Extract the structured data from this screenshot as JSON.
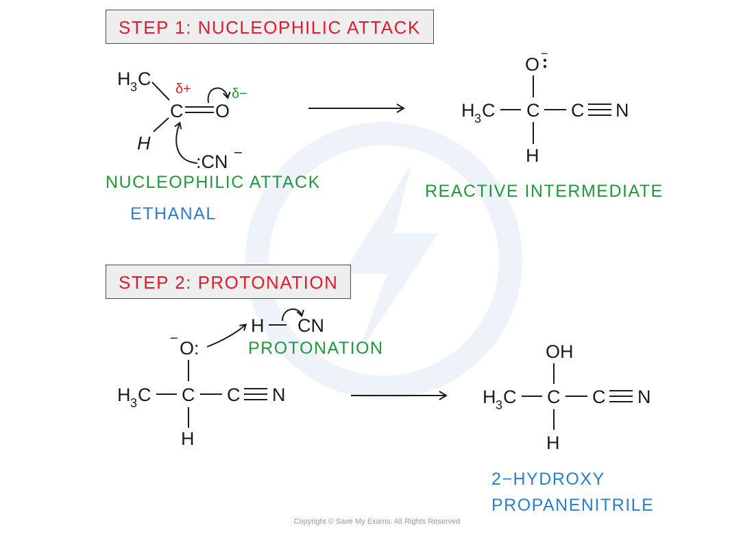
{
  "step1": {
    "title": "STEP 1: NUCLEOPHILIC ATTACK",
    "ethanal": {
      "h3c": "H",
      "h3c_sub": "3",
      "h3c_c": "C",
      "carbon": "C",
      "oxygen": "O",
      "hydrogen": "H",
      "delta_plus": "δ+",
      "delta_minus": "δ−",
      "nucleophile": ":CN",
      "nucleophile_charge": "−"
    },
    "intermediate": {
      "oxygen": "O",
      "lone_pair_charge": "−",
      "h3c": "H",
      "h3c_sub": "3",
      "h3c_c": "C",
      "carbon": "C",
      "nitrile_c": "C",
      "nitrile_n": "N",
      "hydrogen": "H"
    },
    "label_attack": "NUCLEOPHILIC ATTACK",
    "label_ethanal": "ETHANAL",
    "label_intermediate": "REACTIVE INTERMEDIATE"
  },
  "step2": {
    "title": "STEP 2: PROTONATION",
    "reactant": {
      "charge": "−",
      "oxygen": "O:",
      "h3c": "H",
      "h3c_sub": "3",
      "h3c_c": "C",
      "carbon": "C",
      "nitrile_c": "C",
      "nitrile_n": "N",
      "hydrogen": "H"
    },
    "hcn": {
      "h": "H",
      "cn": "CN"
    },
    "product": {
      "oh": "OH",
      "h3c": "H",
      "h3c_sub": "3",
      "h3c_c": "C",
      "carbon": "C",
      "nitrile_c": "C",
      "nitrile_n": "N",
      "hydrogen": "H"
    },
    "label_protonation": "PROTONATION",
    "label_product_line1": "2−HYDROXY",
    "label_product_line2": "PROPANENITRILE"
  },
  "colors": {
    "step_title": "#e8192c",
    "green_label": "#1f9a3a",
    "blue_label": "#2a7fd0",
    "structure": "#1a1a1a",
    "watermark": "#eef3fa"
  },
  "copyright": "Copyright © Save My Exams. All Rights Reserved"
}
